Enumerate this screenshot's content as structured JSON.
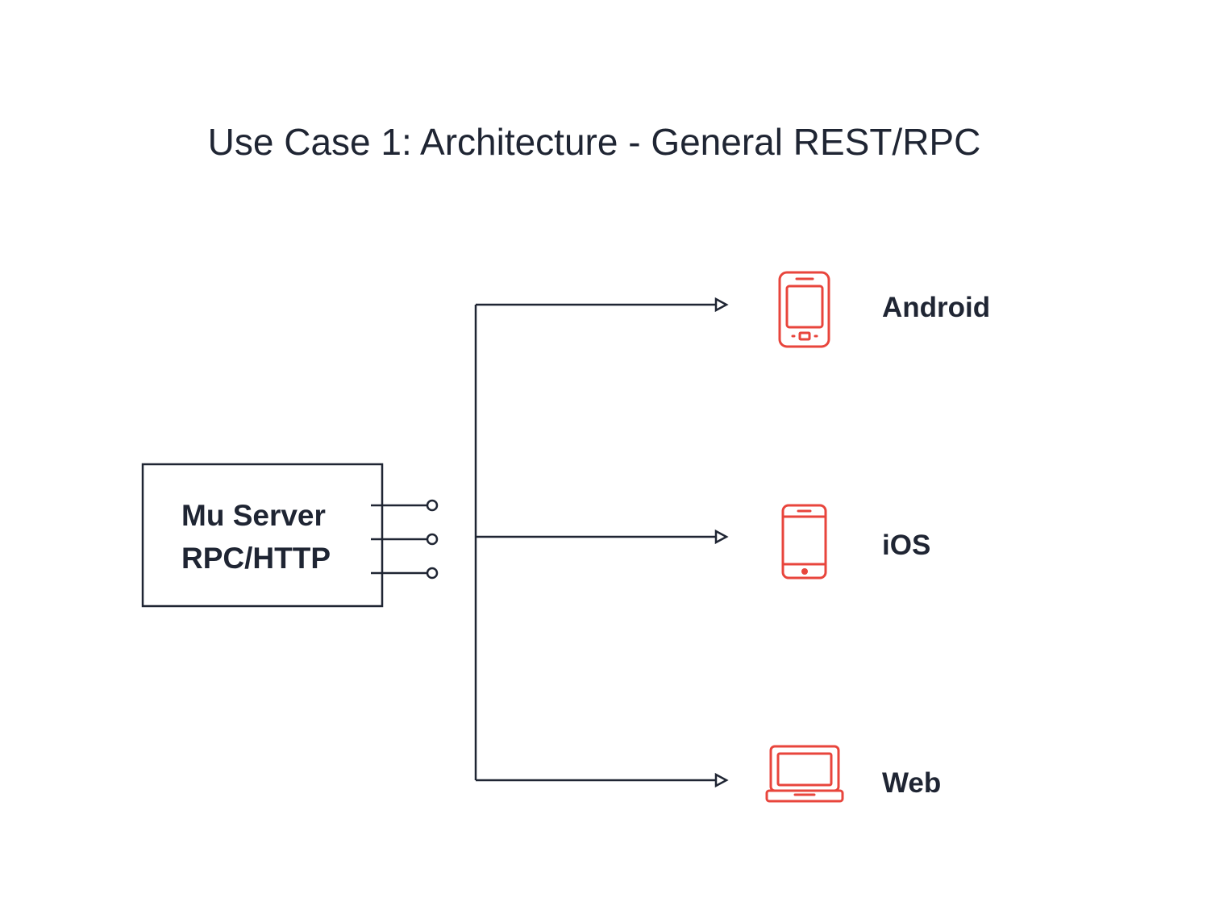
{
  "title": "Use Case 1: Architecture - General REST/RPC",
  "server": {
    "line1": "Mu Server",
    "line2": "RPC/HTTP"
  },
  "clients": [
    {
      "label": "Android",
      "icon": "android-phone-icon"
    },
    {
      "label": "iOS",
      "icon": "iphone-icon"
    },
    {
      "label": "Web",
      "icon": "laptop-icon"
    }
  ],
  "colors": {
    "text": "#1f2533",
    "icon": "#e8453c",
    "line": "#1f2533",
    "background": "#ffffff"
  }
}
